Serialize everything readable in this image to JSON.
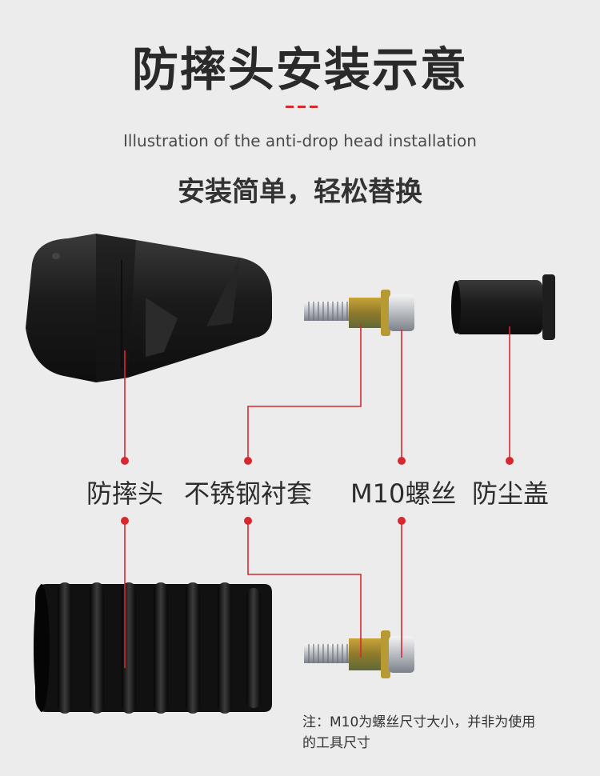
{
  "header": {
    "title": "防摔头安装示意",
    "subtitle": "Illustration of the anti-drop head installation",
    "slogan": "安装简单，轻松替换"
  },
  "labels": {
    "anti_drop_head": "防摔头",
    "steel_sleeve": "不锈钢衬套",
    "m10_screw": "M10螺丝",
    "dust_cap": "防尘盖"
  },
  "note": {
    "line1": "注：M10为螺丝尺寸大小，并非为使用",
    "line2": "的工具尺寸"
  },
  "colors": {
    "accent": "#d7282f",
    "background": "#ececec",
    "product_black": "#1c1c1c"
  }
}
